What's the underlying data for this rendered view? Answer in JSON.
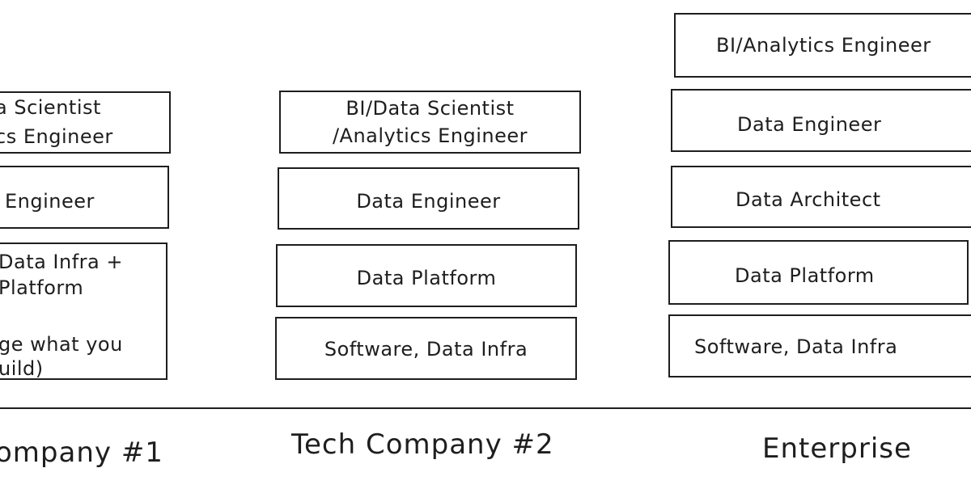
{
  "columns": [
    {
      "label": "ompany #1",
      "boxes": [
        {
          "lines": [
            "a Scientist",
            "cs Engineer"
          ]
        },
        {
          "lines": [
            "Engineer"
          ]
        },
        {
          "lines": [
            "Data Infra +",
            "Platform",
            "ge what you",
            "uild)"
          ]
        }
      ]
    },
    {
      "label": "Tech Company #2",
      "boxes": [
        {
          "lines": [
            "BI/Data Scientist",
            "/Analytics Engineer"
          ]
        },
        {
          "lines": [
            "Data Engineer"
          ]
        },
        {
          "lines": [
            "Data Platform"
          ]
        },
        {
          "lines": [
            "Software, Data Infra"
          ]
        }
      ]
    },
    {
      "label": "Enterprise",
      "boxes": [
        {
          "lines": [
            "BI/Analytics Engineer"
          ]
        },
        {
          "lines": [
            "Data Engineer"
          ]
        },
        {
          "lines": [
            "Data Architect"
          ]
        },
        {
          "lines": [
            "Data Platform"
          ]
        },
        {
          "lines": [
            "Software, Data Infra"
          ]
        }
      ]
    }
  ]
}
